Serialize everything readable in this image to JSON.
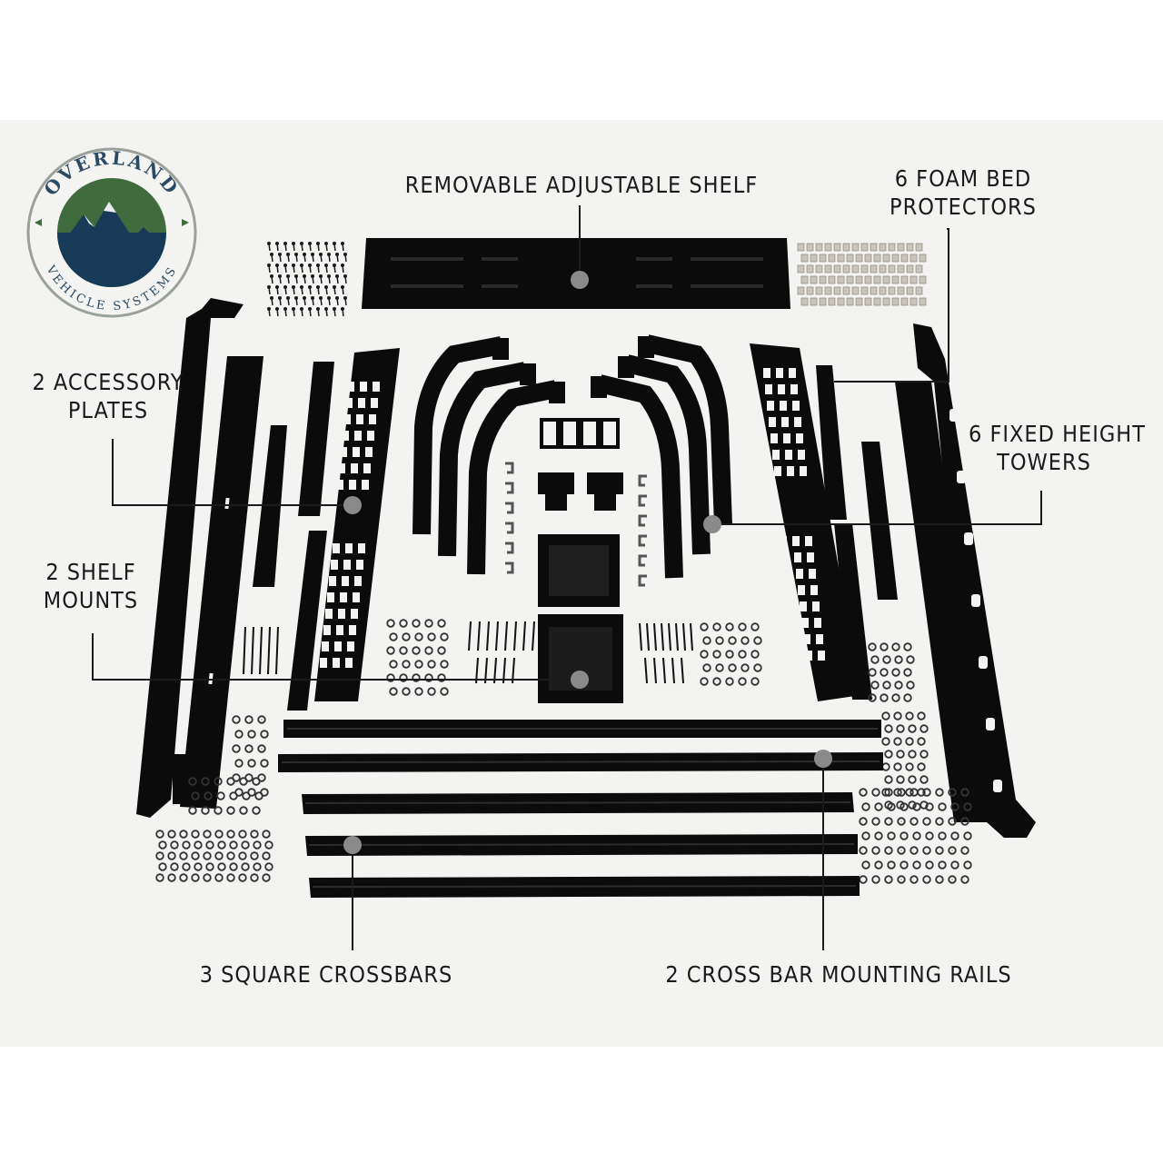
{
  "logo": {
    "top_text": "OVERLAND",
    "bottom_text": "VEHICLE SYSTEMS"
  },
  "labels": {
    "shelf": "REMOVABLE ADJUSTABLE SHELF",
    "foam": [
      "6 FOAM BED",
      "PROTECTORS"
    ],
    "accessory": [
      "2 ACCESSORY",
      "PLATES"
    ],
    "towers": [
      "6 FIXED HEIGHT",
      "TOWERS"
    ],
    "shelf_mounts": [
      "2 SHELF",
      "MOUNTS"
    ],
    "crossbars": "3 SQUARE CROSSBARS",
    "rails": "2 CROSS BAR MOUNTING RAILS"
  },
  "colors": {
    "background": "#ffffff",
    "band": "#f3f3f2",
    "part": "#0b0b0b",
    "callout_dot": "#8a8a8a",
    "logo_green": "#3f6b3d",
    "logo_navy": "#163a57"
  }
}
